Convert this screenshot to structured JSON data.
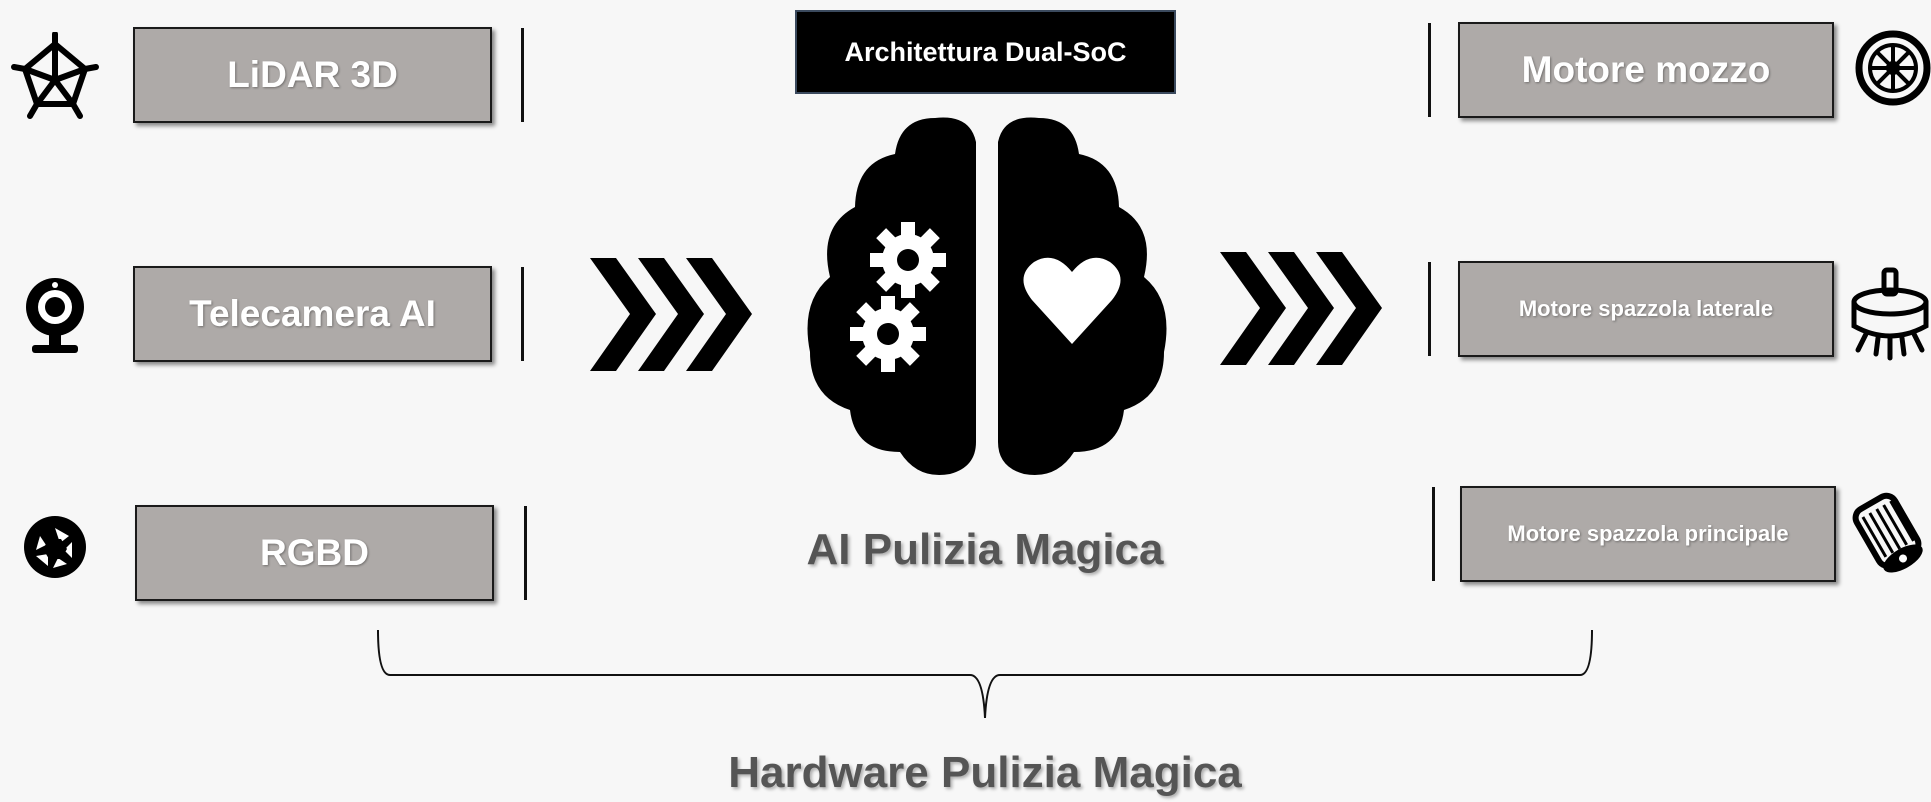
{
  "title": "Architettura Dual-SoC",
  "inputs": [
    {
      "label": "LiDAR 3D",
      "icon": "lidar-icon"
    },
    {
      "label": "Telecamera AI",
      "icon": "webcam-icon"
    },
    {
      "label": "RGBD",
      "icon": "aperture-icon"
    }
  ],
  "outputs": [
    {
      "label": "Motore mozzo",
      "icon": "wheel-icon"
    },
    {
      "label": "Motore spazzola laterale",
      "icon": "side-brush-icon"
    },
    {
      "label": "Motore spazzola principale",
      "icon": "main-brush-icon"
    }
  ],
  "center_label": "AI Pulizia Magica",
  "footer_label": "Hardware Pulizia Magica",
  "colors": {
    "box_fill": "#aeaaa8",
    "box_border": "#1a1a1a",
    "text_dark": "#555555"
  }
}
